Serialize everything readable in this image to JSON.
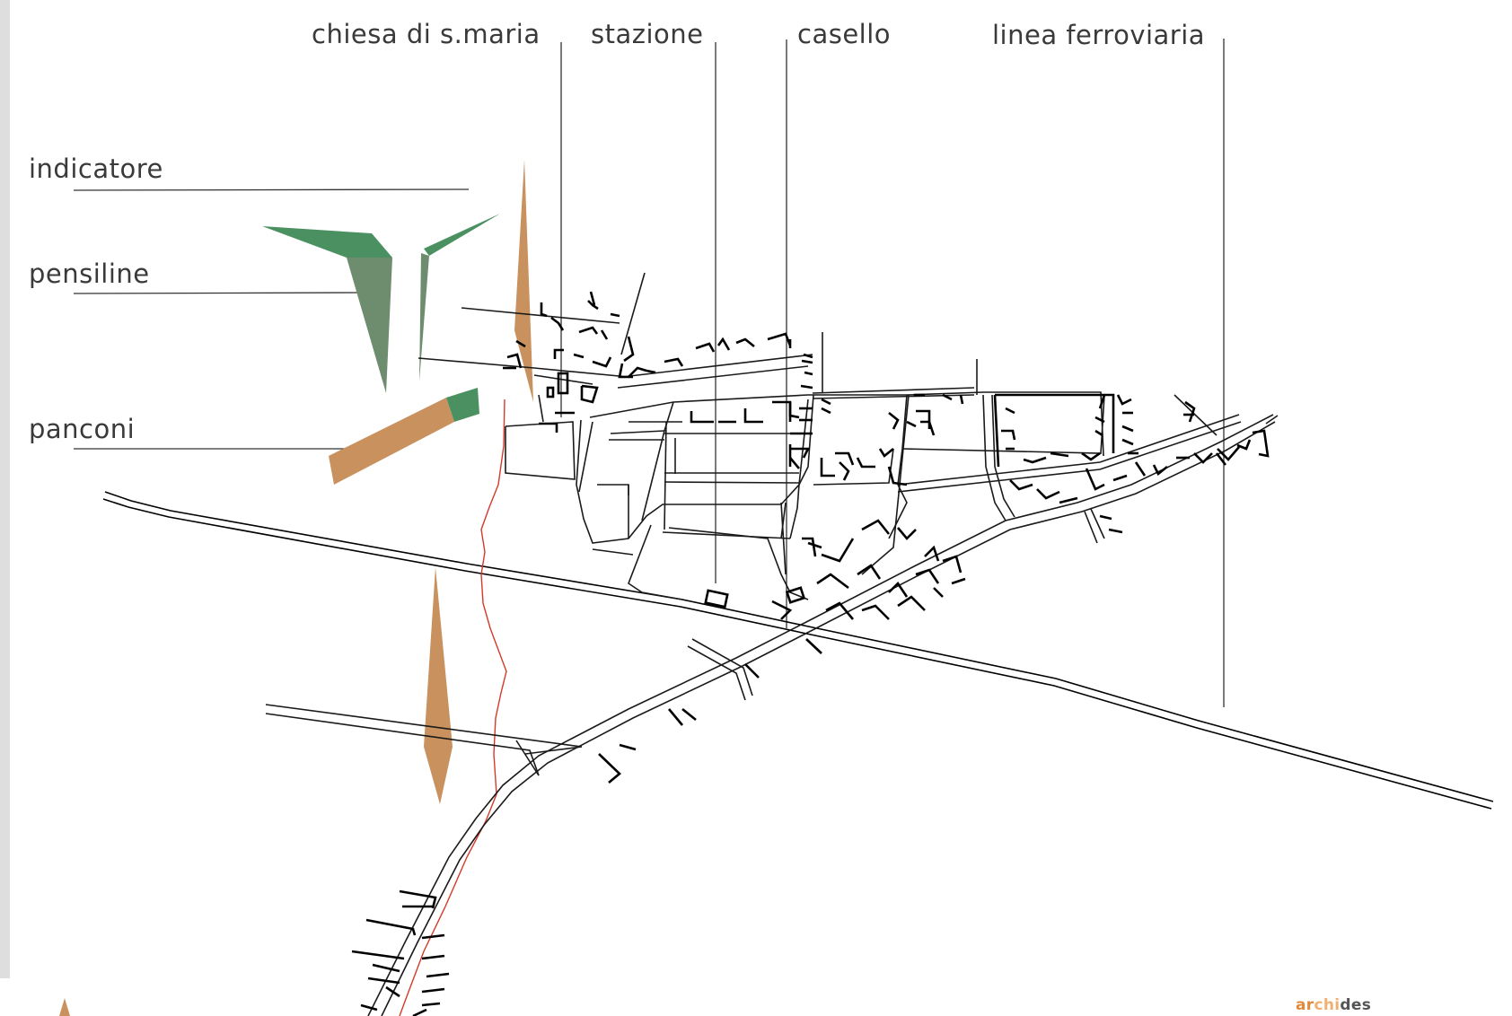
{
  "labels": {
    "chiesa": "chiesa di s.maria",
    "stazione": "stazione",
    "casello": "casello",
    "linea": "linea ferroviaria",
    "indicatore": "indicatore",
    "pensiline": "pensiline",
    "panconi": "panconi"
  },
  "logo": {
    "part1": "ar",
    "part2": "chi",
    "part3": "des"
  },
  "colors": {
    "brown": "#c8915e",
    "green": "#4a9060",
    "green_dark": "#6e8c6e",
    "river": "#d43a2a",
    "logo_1": "#e0893a",
    "logo_2": "#f0b070",
    "logo_3": "#555555"
  }
}
